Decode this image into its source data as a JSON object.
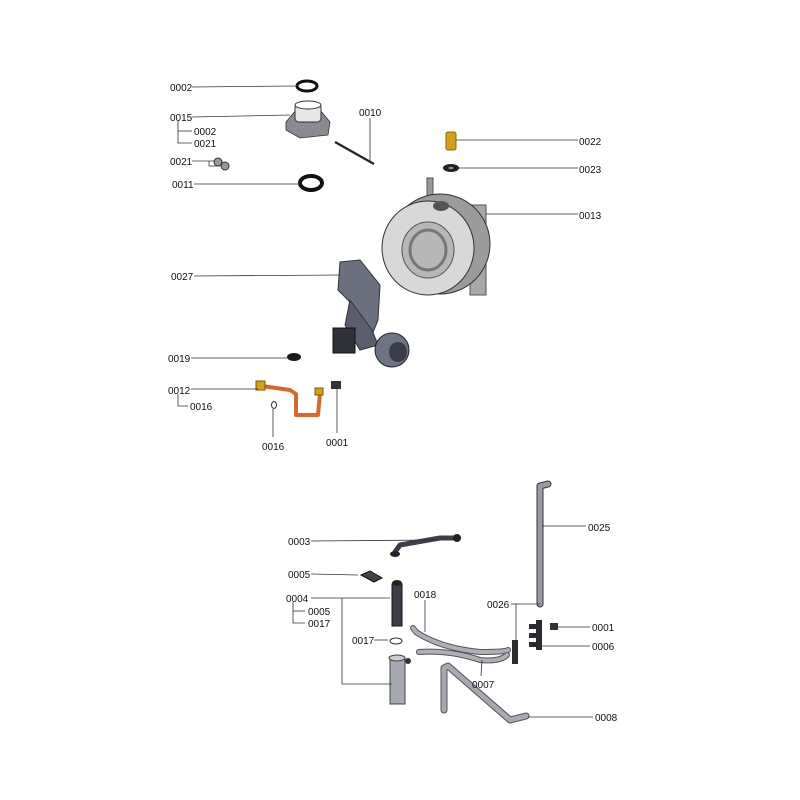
{
  "diagram": {
    "upper_assembly": {
      "labels": {
        "p0002": "0002",
        "p0015": "0015",
        "p0015_sub1": "0002",
        "p0015_sub2": "0021",
        "p0021": "0021",
        "p0011": "0011",
        "p0010": "0010",
        "p0022": "0022",
        "p0023": "0023",
        "p0013": "0013",
        "p0027": "0027",
        "p0019": "0019",
        "p0012": "0012",
        "p0012_sub1": "0016",
        "p0016": "0016",
        "p0001": "0001"
      }
    },
    "lower_assembly": {
      "labels": {
        "p0003": "0003",
        "p0005": "0005",
        "p0004": "0004",
        "p0004_sub1": "0005",
        "p0004_sub2": "0017",
        "p0017": "0017",
        "p0018": "0018",
        "p0007": "0007",
        "p0025": "0025",
        "p0026": "0026",
        "p0001": "0001",
        "p0006": "0006",
        "p0008": "0008"
      }
    },
    "colors": {
      "copper": "#d9692a",
      "brass": "#d4a017",
      "steel": "#9a9aa2",
      "dark": "#3c3f4a"
    }
  }
}
